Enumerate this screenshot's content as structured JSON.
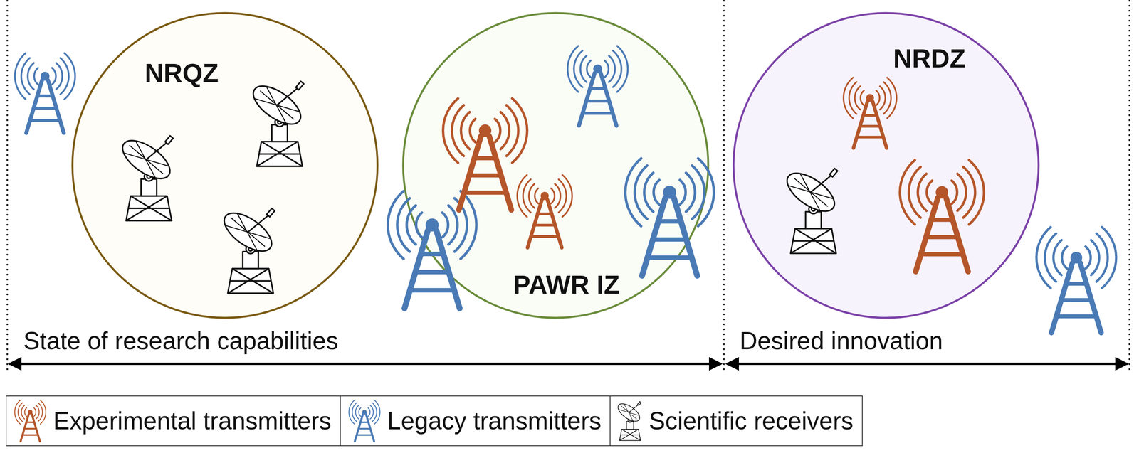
{
  "diagram": {
    "nodes": [
      {
        "text": [
          "NRQZ"
        ]
      },
      {
        "text": [
          "PAWR IZ"
        ]
      },
      {
        "text": [
          "NRDZ"
        ]
      }
    ],
    "labels": [
      "State of research capabilities",
      "Desired innovation"
    ],
    "legend": [
      {
        "text": "Experimental transmitters"
      },
      {
        "text": "Legacy transmitters"
      },
      {
        "text": "Scientific receivers"
      }
    ]
  }
}
